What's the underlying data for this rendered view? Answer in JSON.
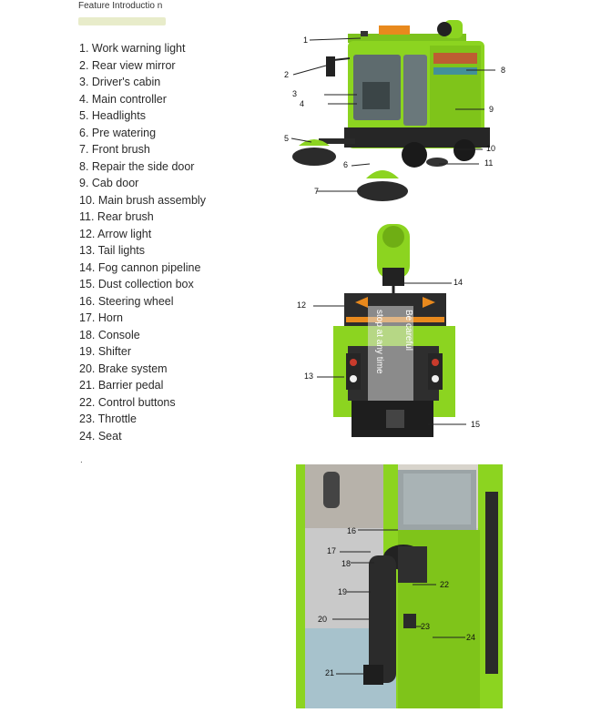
{
  "title": "Feature Introductio n",
  "features": [
    "1. Work warning light",
    "2. Rear view mirror",
    "3. Driver's cabin",
    "4. Main controller",
    "5. Headlights",
    "6. Pre watering",
    "7. Front brush",
    "8. Repair the side door",
    "9. Cab door",
    "10. Main brush assembly",
    "11. Rear brush",
    "12. Arrow light",
    "13. Tail lights",
    "14. Fog cannon pipeline",
    "15. Dust collection box",
    "16. Steering wheel",
    "17. Horn",
    "18. Console",
    "19. Shifter",
    "20. Brake system",
    "21. Barrier pedal",
    "22. Control buttons",
    "23. Throttle",
    "24. Seat"
  ],
  "trailing_mark": ".",
  "photo1": {
    "callouts": [
      "1",
      "2",
      "3",
      "4",
      "5",
      "6",
      "7",
      "8",
      "9",
      "10",
      "11"
    ]
  },
  "photo2": {
    "callouts": [
      "12",
      "13",
      "14",
      "15"
    ],
    "overlay_text_1": "stop at any time",
    "overlay_text_2": "Be careful"
  },
  "photo3": {
    "callouts": [
      "16",
      "17",
      "18",
      "19",
      "20",
      "21",
      "22",
      "23",
      "24"
    ]
  },
  "colors": {
    "body_green": "#8cd420",
    "dark": "#1e1e1e",
    "cab_glass": "#5e6b6e",
    "warning_orange": "#e8891d"
  }
}
